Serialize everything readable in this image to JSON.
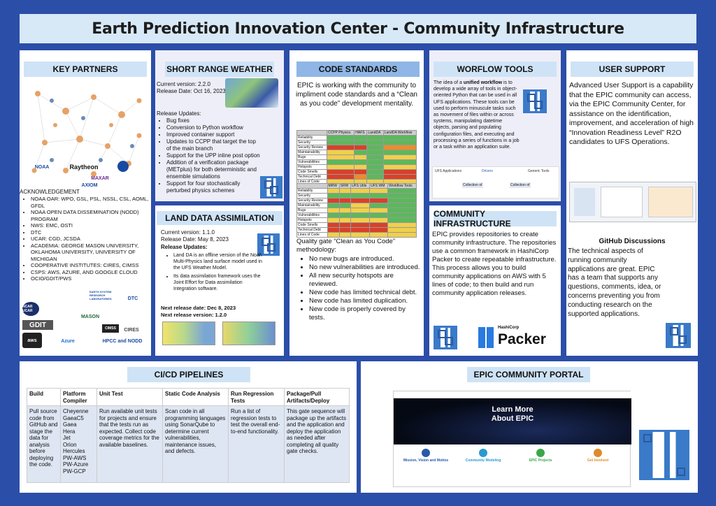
{
  "title": "Earth Prediction Innovation Center - Community Infrastructure",
  "partners": {
    "header": "KEY PARTNERS",
    "ack": "ACKNOWLEDGEMENT",
    "items": [
      "NOAA OAR: WPO, GSL, PSL, NSSL, CSL, AOML, GFDL",
      "NOAA OPEN DATA DISSEMINATION (NODD) PROGRAM",
      "NWS: EMC, OSTI",
      "DTC",
      "UCAR: CGD, JCSDA",
      "ACADEMIA: GEORGE MASON UNIVERSITY, OKLAHOMA UNIVERSITY, UNIVERSITY OF MICHIGAN",
      "COOPERATIVE INSTITUTES: CIRES, CIMSS",
      "CSPS: AWS, AZURE, AND GOOGLE CLOUD",
      "OCIO/GDIT/PWS"
    ],
    "logos": {
      "noaa": "NOAA",
      "raytheon": "Raytheon",
      "axiom": "AXIOM",
      "maxar": "MAXAR",
      "gdit": "GDIT",
      "azure": "Azure",
      "hpcc": "HPCC and NODD",
      "mason": "MASON",
      "cires": "CIRES",
      "esrl": "EARTH SYSTEM RESEARCH LABORATORIES",
      "dtc": "DTC",
      "ncar": "NCAR UCAR",
      "cimss": "CIMSS"
    }
  },
  "srw": {
    "header": "SHORT RANGE WEATHER",
    "version": "Current version: 2.2.0",
    "date": "Release Date: Oct 16, 2023",
    "updates_label": "Release Updates:",
    "updates": [
      "Bug fixes",
      "Conversion to Python workflow",
      "Improved container support",
      "Updates to CCPP that target the top of the main branch",
      "Support for the UPP inline post option",
      "Addition of a verification package (METplus) for both deterministic and ensemble simulations",
      "Support for four stochastically perturbed physics schemes"
    ]
  },
  "lda": {
    "header": "LAND DATA ASSIMILATION",
    "version": "Current version: 1.1.0",
    "date": "Release Date: May 8, 2023",
    "updates_label": "Release Updates:",
    "updates": [
      "Land DA is an offline version of the Noah Multi-Physics land surface model used in the UFS Weather Model.",
      "Its data assimilation framework uses the Joint Effort for Data assimilation Integration software."
    ],
    "next_date": "Next release date: Dec 8, 2023",
    "next_version": "Next release version: 1.2.0"
  },
  "cs": {
    "header": "CODE STANDARDS",
    "intro": "EPIC is working with the community to impliment code standards and a “Clean as you code” development mentality.",
    "table1_cols": [
      "",
      "CCPP Physics",
      "HAFS",
      "LandDA",
      "LandDA Workflow"
    ],
    "table2_cols": [
      "",
      "MRW",
      "SRW",
      "UFS Utils",
      "UFS WM",
      "Workflow Tools"
    ],
    "rows": [
      "Reliability",
      "Security",
      "Security Review",
      "Maintainability",
      "Bugs",
      "Vulnerabilities",
      "Hotspots",
      "Code Smells",
      "Technical Debt",
      "Lines of Code"
    ],
    "quality": "Quality gate “Clean as You Code” methodology:",
    "items": [
      "No new bugs are introduced.",
      "No new vulnerabilities are introduced.",
      "All new security hotspots are reviewed.",
      "New code has limited technical debt.",
      "New code has limited duplication.",
      "New code is properly covered by tests."
    ]
  },
  "wf": {
    "header": "WORFLOW TOOLS",
    "pre": "The idea of a ",
    "bold": "unified workflow",
    "post": " is to develop a wide array of tools in object-oriented Python that can be used in all UFS applications. These tools can be used to perform minuscule tasks such as movement of files within or across systems, manipulating datetime objects, parsing and populating configuration files, and executing and processing a series of functions in a job or a task within an application suite.",
    "diagram": {
      "apps": "UFS Applications",
      "drivers": "Drivers",
      "generic": "Generic Tools",
      "col1": "Collection of",
      "col2": "Collection of"
    }
  },
  "ci": {
    "header": "COMMUNITY INFRASTRUCTURE",
    "text": "EPIC provides repositories to create community infrastructure. The repositories use a common framework in HashiCorp Packer to create repeatable infrastructure. This process allows you to build community applications on AWS with 5 lines of code; to then build and run community application releases.",
    "packer_brand": "HashiCorp",
    "packer": "Packer"
  },
  "us": {
    "header": "USER SUPPORT",
    "text": "Advanced User Support is a capability that the EPIC community can access, via the EPIC Community Center, for assistance on the identification, improvement, and acceleration of high “Innovation Readiness Level” R2O candidates to UFS Operations.",
    "gh_title": "GitHub Discussions",
    "gh_text": "The technical aspects of running community applications are great. EPIC has a team that supports any questions, comments, idea, or concerns preventing you from conducting research on the supported applications."
  },
  "cicd": {
    "header": "CI/CD PIPELINES",
    "cols": [
      "Build",
      "Platform Compiler",
      "Unit Test",
      "Static Code Analysis",
      "Run Regression Tests",
      "Package/Pull Artifacts/Deploy"
    ],
    "cells": [
      "Pull source code from GitHub and stage the data for analysis before deploying the code.",
      "Cheyenne\nGaeaC5\nGaea\nHera\nJet\nOrion\nHercules\nPW-AWS\nPW-Azure\nPW-GCP",
      "Run available unit tests for projects and ensure that the tests run as expected. Collect code coverage metrics for the available baselines.",
      "Scan code in all programming languages using SonarQube to determine current vulnerabilities, maintenance issues, and defects.",
      "Run a list of regression tests to test the overall end-to-end functionality.",
      "This gate sequence will package up the artifacts and the application and deploy the application as needed after completing all quality gate checks."
    ]
  },
  "portal": {
    "header": "EPIC COMMUNITY PORTAL",
    "hero1": "Learn More",
    "hero2": "About EPIC",
    "cards": [
      "Mission, Vision and Mottos",
      "Community Modeling",
      "EPIC Projects",
      "Get Involved"
    ]
  }
}
